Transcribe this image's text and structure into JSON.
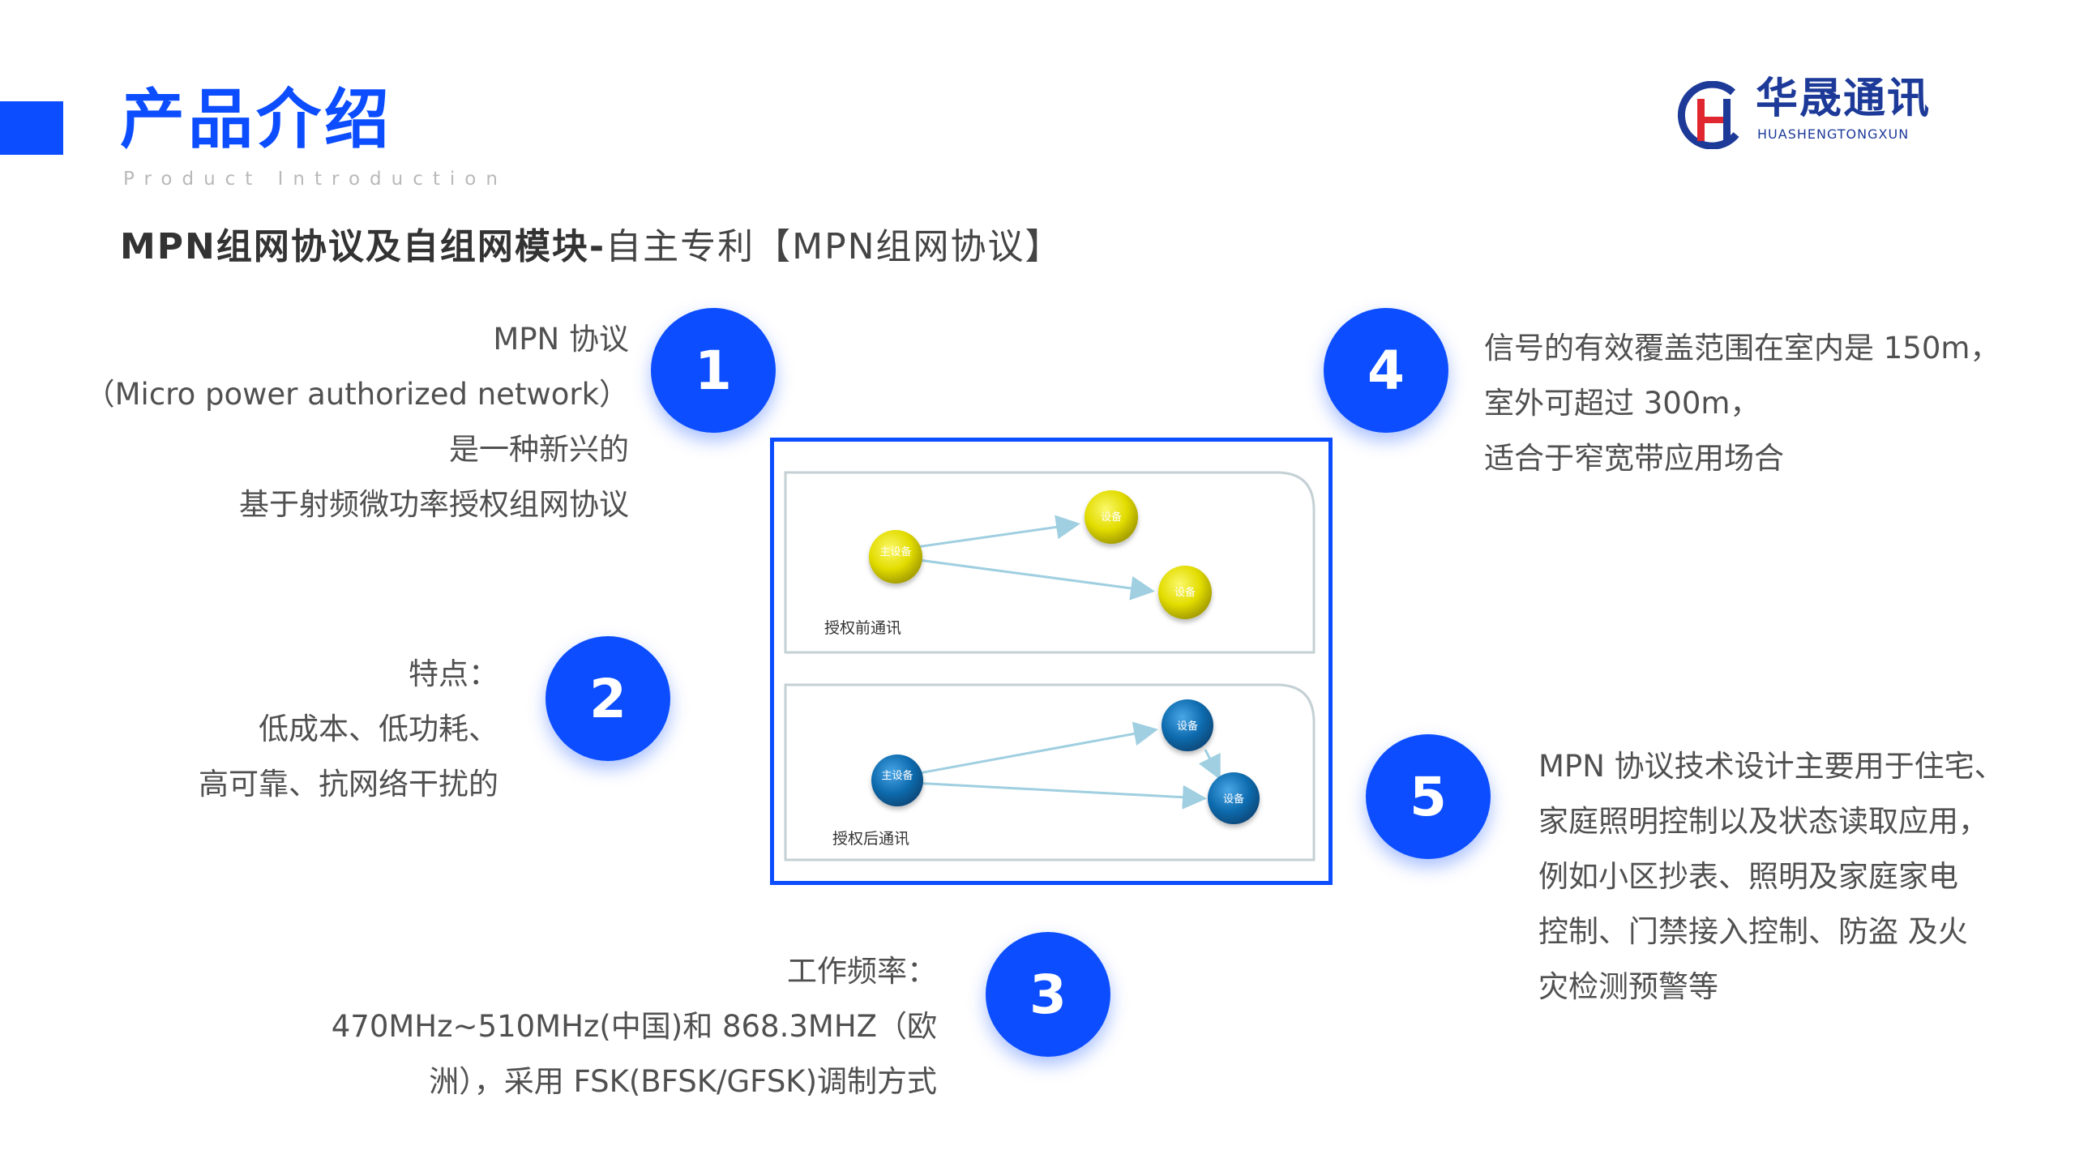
{
  "header": {
    "title": "产品介绍",
    "subtitle_en": "Product Introduction",
    "section_heading_main": "MPN组网协议及自组网模块-",
    "section_heading_suffix": "自主专利【MPN组网协议】"
  },
  "logo": {
    "name_cn": "华晟通讯",
    "name_en": "HUASHENGTONGXUN"
  },
  "colors": {
    "accent": "#0b4dff",
    "text": "#505050",
    "node_yellow": "#e2dc00",
    "node_blue": "#0f6db0"
  },
  "items": [
    {
      "number": "1",
      "lines": [
        "MPN 协议",
        "（Micro power authorized network）",
        "是一种新兴的",
        "基于射频微功率授权组网协议"
      ]
    },
    {
      "number": "2",
      "lines": [
        "特点：",
        "低成本、低功耗、",
        "高可靠、抗网络干扰的"
      ]
    },
    {
      "number": "3",
      "lines": [
        "工作频率：",
        "470MHz~510MHz(中国)和 868.3MHZ（欧",
        "洲），采用 FSK(BFSK/GFSK)调制方式"
      ]
    },
    {
      "number": "4",
      "lines": [
        "信号的有效覆盖范围在室内是 150m，",
        "室外可超过 300m，",
        "适合于窄宽带应用场合"
      ]
    },
    {
      "number": "5",
      "lines": [
        "MPN 协议技术设计主要用于住宅、",
        "家庭照明控制以及状态读取应用，",
        "例如小区抄表、照明及家庭家电",
        "控制、门禁接入控制、防盗 及火",
        "灾检测预警等"
      ]
    }
  ],
  "diagram": {
    "panel_before": {
      "caption": "授权前通讯",
      "master_label": "主设备",
      "device_label_1": "设备",
      "device_label_2": "设备"
    },
    "panel_after": {
      "caption": "授权后通讯",
      "master_label": "主设备",
      "device_label_1": "设备",
      "device_label_2": "设备"
    }
  }
}
